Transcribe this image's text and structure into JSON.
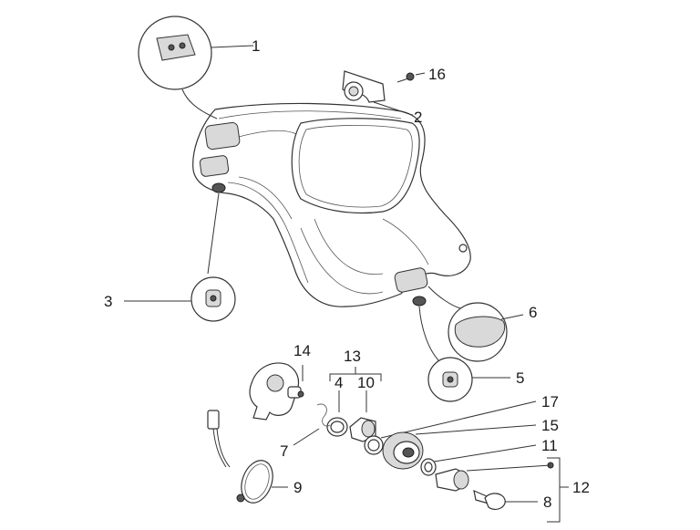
{
  "callouts": {
    "c1": "1",
    "c2": "2",
    "c3": "3",
    "c4": "4",
    "c5": "5",
    "c6": "6",
    "c7": "7",
    "c8": "8",
    "c9": "9",
    "c10": "10",
    "c11": "11",
    "c12": "12",
    "c13": "13",
    "c14": "14",
    "c15": "15",
    "c16": "16",
    "c17": "17"
  },
  "colors": {
    "line": "#333333",
    "shade": "#d9d9d9",
    "dark": "#555555"
  }
}
